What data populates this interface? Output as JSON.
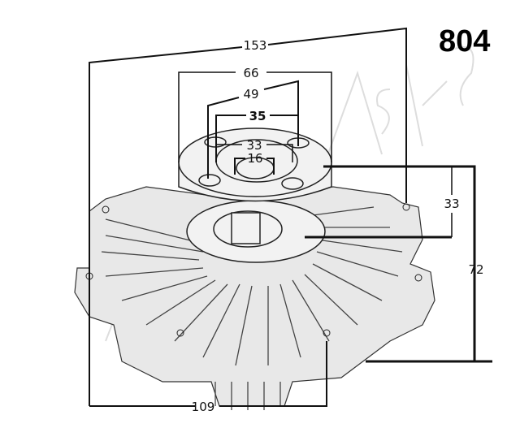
{
  "part_code": "804",
  "watermark": "ashika",
  "dimensions": {
    "overall_width": "153",
    "hub_diameter": "66",
    "bolt_circle_outer": "49",
    "bolt_spacing": "35",
    "bore_outer": "33",
    "bore_inner": "16",
    "hub_height": "33",
    "total_height": "72",
    "base_width": "109"
  }
}
